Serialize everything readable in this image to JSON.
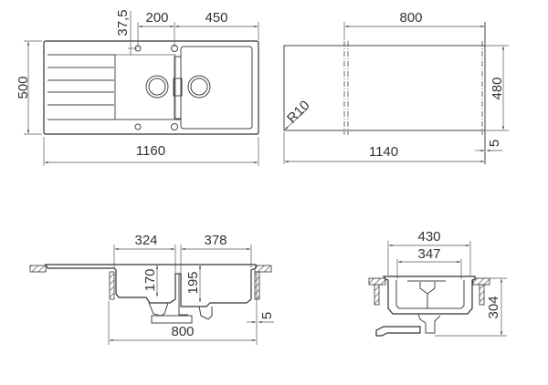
{
  "top_view": {
    "dims": {
      "width_total": "1160",
      "depth": "500",
      "offset": "37,5",
      "hole_spacing": "200",
      "bowl_width": "450"
    }
  },
  "cutout_view": {
    "dims": {
      "width": "1140",
      "depth": "480",
      "bowl_zone": "800",
      "radius": "R10",
      "margin": "5"
    }
  },
  "front_section": {
    "dims": {
      "bowl1_width": "324",
      "bowl2_width": "378",
      "bowl1_depth": "170",
      "bowl2_depth": "195",
      "overall": "800",
      "margin": "5"
    }
  },
  "side_section": {
    "dims": {
      "outer_width": "430",
      "inner_width": "347",
      "height": "304"
    }
  }
}
